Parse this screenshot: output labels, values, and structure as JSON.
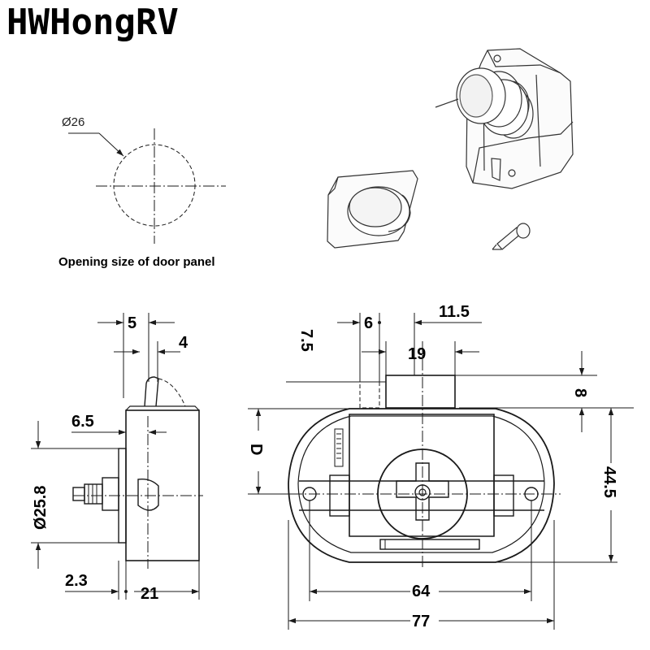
{
  "brand": {
    "name": "HWHongRV"
  },
  "panel_opening": {
    "diameter_label": "Ø26",
    "caption": "Opening size of door panel"
  },
  "side_view": {
    "dims": {
      "d5": "5",
      "d4": "4",
      "d6_5": "6.5",
      "d25_8": "Ø25.8",
      "d2_3": "2.3",
      "d21": "21"
    }
  },
  "front_view": {
    "dims": {
      "d6": "6",
      "d11_5": "11.5",
      "d7_5": "7.5",
      "d19": "19",
      "d8": "8",
      "dD": "D",
      "d44_5": "44.5",
      "d64": "64",
      "d77": "77"
    }
  },
  "icons": [
    "button-latch-3d-icon",
    "square-bezel-ring-icon",
    "mounting-screw-icon"
  ]
}
